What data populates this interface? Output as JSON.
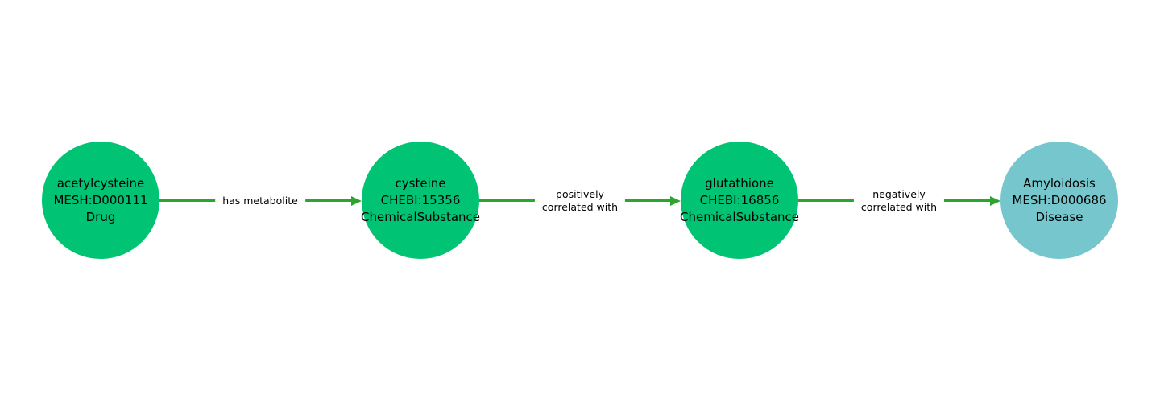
{
  "diagram": {
    "type": "knowledge-graph-path",
    "nodes": [
      {
        "name": "acetylcysteine",
        "curie": "MESH:D000111",
        "category": "Drug",
        "fill": "#00c473"
      },
      {
        "name": "cysteine",
        "curie": "CHEBI:15356",
        "category": "ChemicalSubstance",
        "fill": "#00c473"
      },
      {
        "name": "glutathione",
        "curie": "CHEBI:16856",
        "category": "ChemicalSubstance",
        "fill": "#00c473"
      },
      {
        "name": "Amyloidosis",
        "curie": "MESH:D000686",
        "category": "Disease",
        "fill": "#76c7cd"
      }
    ],
    "edges": [
      {
        "source": "acetylcysteine",
        "target": "cysteine",
        "label_lines": [
          "has metabolite"
        ]
      },
      {
        "source": "cysteine",
        "target": "glutathione",
        "label_lines": [
          "positively",
          "correlated with"
        ]
      },
      {
        "source": "glutathione",
        "target": "Amyloidosis",
        "label_lines": [
          "negatively",
          "correlated with"
        ]
      }
    ],
    "colors": {
      "chemical_node": "#00c473",
      "disease_node": "#76c7cd",
      "edge": "#2da42d",
      "text": "#000000",
      "background": "#ffffff"
    }
  }
}
